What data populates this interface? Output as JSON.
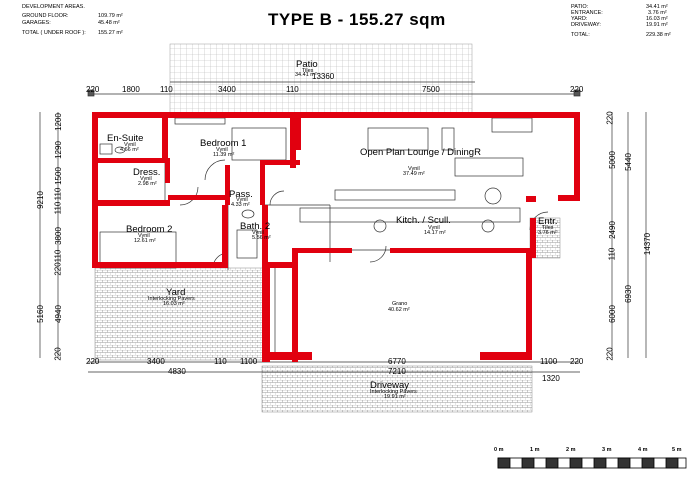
{
  "title": "TYPE B - 155.27 sqm",
  "dev_areas": {
    "heading": "DEVELOPMENT AREAS.",
    "ground_floor_label": "GROUND FLOOR:",
    "ground_floor_value": "109.79 m²",
    "garages_label": "GARAGES:",
    "garages_value": "45.48 m²",
    "total_label": "TOTAL ( UNDER ROOF ):",
    "total_value": "155.27 m²"
  },
  "outdoor_areas": {
    "patio_label": "PATIO:",
    "patio_value": "34.41 m²",
    "entrance_label": "ENTRANCE:",
    "entrance_value": "3.76 m²",
    "yard_label": "YARD:",
    "yard_value": "16.03 m²",
    "driveway_label": "DRIVEWAY:",
    "driveway_value": "19.91 m²",
    "total_label": "TOTAL:",
    "total_value": "229.38 m²"
  },
  "rooms": {
    "patio": {
      "name": "Patio",
      "finish": "Tiles",
      "area": "34.41 m²"
    },
    "ensuite": {
      "name": "En-Suite",
      "finish": "Vynil",
      "area": "4.66 m²"
    },
    "bedroom1": {
      "name": "Bedroom 1",
      "finish": "Vynil",
      "area": "11.39 m²"
    },
    "lounge": {
      "name": "Open Plan Lounge / DiningR",
      "finish": "Vynil",
      "area": "37.49 m²"
    },
    "dress": {
      "name": "Dress.",
      "finish": "Vynil",
      "area": "2.98 m²"
    },
    "pass": {
      "name": "Pass.",
      "finish": "Vynil",
      "area": "4.33 m²"
    },
    "bedroom2": {
      "name": "Bedroom 2",
      "finish": "Vynil",
      "area": "12.61 m²"
    },
    "bath2": {
      "name": "Bath. 2",
      "finish": "Vynil",
      "area": "5.56 m²"
    },
    "kitchen": {
      "name": "Kitch. / Scull.",
      "finish": "Vynil",
      "area": "14.17 m²"
    },
    "entrance": {
      "name": "Entr.",
      "finish": "Tiles",
      "area": "3.76 m²"
    },
    "yard": {
      "name": "Yard",
      "finish": "Interlocking Pavers",
      "area": "16.03 m²"
    },
    "garage": {
      "name": "",
      "finish": "Grano",
      "area": "40.62 m²"
    },
    "driveway": {
      "name": "Driveway",
      "finish": "Interlocking Pavers",
      "area": "19.91 m²"
    }
  },
  "dimensions": {
    "top_patio": "13360",
    "top": [
      "220",
      "1800",
      "110",
      "3400",
      "110",
      "7500",
      "220"
    ],
    "left": [
      "1200",
      "1290",
      "1500",
      "110",
      "110",
      "3800",
      "110",
      "220",
      "4940",
      "220"
    ],
    "left_outer": [
      "9210",
      "5160"
    ],
    "right": [
      "220",
      "5000",
      "2490",
      "110",
      "6000",
      "220"
    ],
    "right_outer": [
      "5440",
      "6930",
      "14370"
    ],
    "bottom": [
      "220",
      "3400",
      "110",
      "1100",
      "6770",
      "1100",
      "220"
    ],
    "bottom_outer": [
      "4830",
      "7210",
      "1320"
    ]
  },
  "scale": {
    "labels": [
      "0 m",
      "1 m",
      "2 m",
      "3 m",
      "4 m",
      "5 m"
    ]
  }
}
